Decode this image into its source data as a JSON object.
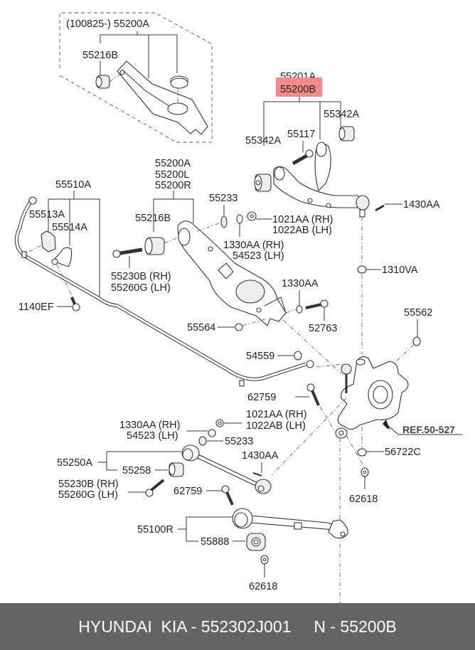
{
  "diagram": {
    "title": "Rear suspension control arm assembly",
    "highlight_color": "#f58a8a",
    "inset_box": {
      "header": "(100825-) 55200A",
      "bushing": "55216B"
    },
    "upper_arm": {
      "code_top": "55201A",
      "code_highlight": "55200B",
      "bushing_left": "55342A",
      "bushing_right": "55342A",
      "bolt": "55117",
      "cotter_pin": "1430AA",
      "nut": "1310VA"
    },
    "lower_arm": {
      "codes": [
        "55200A",
        "55200L",
        "55200R"
      ],
      "bushing": "55216B",
      "washer": "55233",
      "nut_rh": "1021AA (RH)",
      "nut_lh": "1022AB (LH)",
      "washer_rh": "1330AA (RH)",
      "washer_lh": "54523 (LH)",
      "bolt_rh": "55230B (RH)",
      "bolt_lh": "55260G (LH)",
      "washer2": "1330AA",
      "bolt2": "52763",
      "nut2": "55564"
    },
    "stabilizer": {
      "bar": "55510A",
      "bushing": "55513A",
      "bracket": "55514A",
      "bolt": "1140EF",
      "link_nut": "54559"
    },
    "knuckle": {
      "nut_top": "55562",
      "bolt": "62759",
      "ref": "REF.50-527",
      "washer": "56722C",
      "nut": "62618"
    },
    "toe_link": {
      "washer_rh": "1330AA (RH)",
      "washer_lh": "54523 (LH)",
      "nut_rh": "1021AA (RH)",
      "nut_lh": "1022AB (LH)",
      "washer": "55233",
      "arm": "55250A",
      "bushing": "55258",
      "cotter_pin": "1430AA",
      "bolt_rh": "55230B (RH)",
      "bolt_lh": "55260G (LH)",
      "bolt": "62759"
    },
    "trailing_arm": {
      "arm": "55100R",
      "bushing": "55888",
      "nut": "62618"
    }
  },
  "footer": {
    "brand": "HYUNDAI  KIA - 552302J001",
    "ref": "N - 55200B"
  }
}
